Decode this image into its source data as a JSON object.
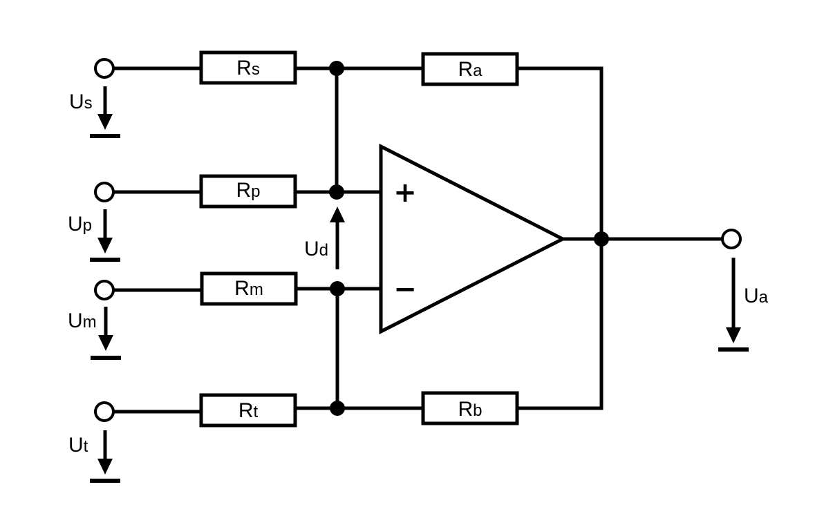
{
  "resistors": {
    "rs": {
      "main": "R",
      "sub": "s"
    },
    "rp": {
      "main": "R",
      "sub": "p"
    },
    "rm": {
      "main": "R",
      "sub": "m"
    },
    "rt": {
      "main": "R",
      "sub": "t"
    },
    "ra": {
      "main": "R",
      "sub": "a"
    },
    "rb": {
      "main": "R",
      "sub": "b"
    }
  },
  "voltages": {
    "us": {
      "main": "U",
      "sub": "s"
    },
    "up": {
      "main": "U",
      "sub": "p"
    },
    "um": {
      "main": "U",
      "sub": "m"
    },
    "ut": {
      "main": "U",
      "sub": "t"
    },
    "ud": {
      "main": "U",
      "sub": "d"
    },
    "ua": {
      "main": "U",
      "sub": "a"
    }
  },
  "opamp": {
    "plus": "+",
    "minus": "−"
  }
}
